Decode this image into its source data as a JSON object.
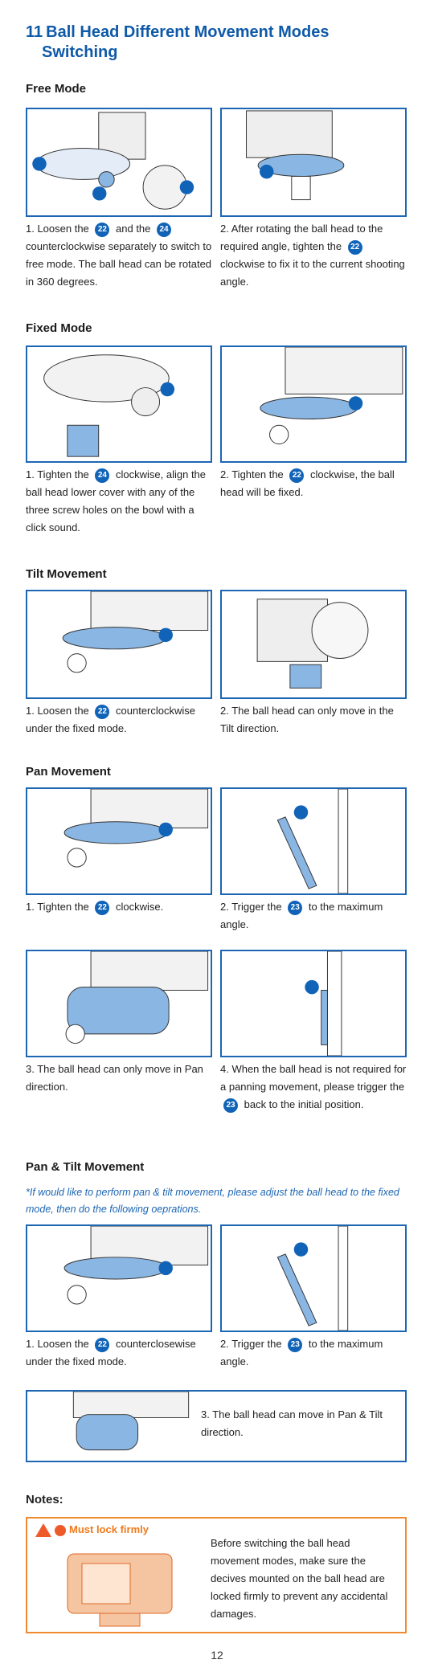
{
  "title": {
    "number": "11",
    "line1": "Ball Head Different Movement Modes",
    "line2": "Switching"
  },
  "free_mode": {
    "heading": "Free Mode",
    "cap1": [
      "1. Loosen the",
      "22",
      "and the",
      "24",
      "counterclockwise separately to switch to free mode. The ball head can be rotated in 360 degrees."
    ],
    "cap2": [
      "2. After rotating the ball head to the required angle, tighten the",
      "22",
      "clockwise to fix it to the current shooting angle."
    ]
  },
  "fixed_mode": {
    "heading": "Fixed Mode",
    "cap1": [
      "1. Tighten the",
      "24",
      "clockwise, align the ball head lower cover with any of the three screw holes on the bowl with a click sound."
    ],
    "cap2": [
      "2. Tighten the",
      "22",
      "clockwise, the ball head will be fixed."
    ]
  },
  "tilt": {
    "heading": "Tilt Movement",
    "cap1": [
      "1. Loosen the",
      "22",
      "counterclockwise under the fixed mode."
    ],
    "cap2": [
      "2. The ball head can only move in the Tilt direction."
    ]
  },
  "pan": {
    "heading": "Pan Movement",
    "cap1": [
      "1. Tighten the",
      "22",
      "clockwise."
    ],
    "cap2": [
      "2. Trigger the",
      "23",
      "to the maximum angle."
    ],
    "cap3": [
      "3. The ball head can only move in Pan direction."
    ],
    "cap4": [
      "4. When the ball head is not required for a panning movement, please trigger the",
      "23",
      "back to the initial position."
    ]
  },
  "pantilt": {
    "heading": "Pan & Tilt Movement",
    "note": "*If would like to perform pan & tilt movement, please adjust the ball head to the fixed mode, then do the following oeprations.",
    "cap1": [
      "1. Loosen the",
      "22",
      "counterclosewise under the fixed mode."
    ],
    "cap2": [
      "2. Trigger the",
      "23",
      "to the maximum angle."
    ],
    "cap3": "3. The ball head can move in Pan & Tilt direction."
  },
  "notes": {
    "heading": "Notes:",
    "warning": "Must lock firmly",
    "text": "Before switching the ball head movement modes, make sure the decives mounted on the ball head are locked firmly to prevent any accidental damages."
  },
  "page_number": "12",
  "colors": {
    "accent": "#1d66b3",
    "badge": "#1163b8",
    "warning": "#f08a30"
  }
}
